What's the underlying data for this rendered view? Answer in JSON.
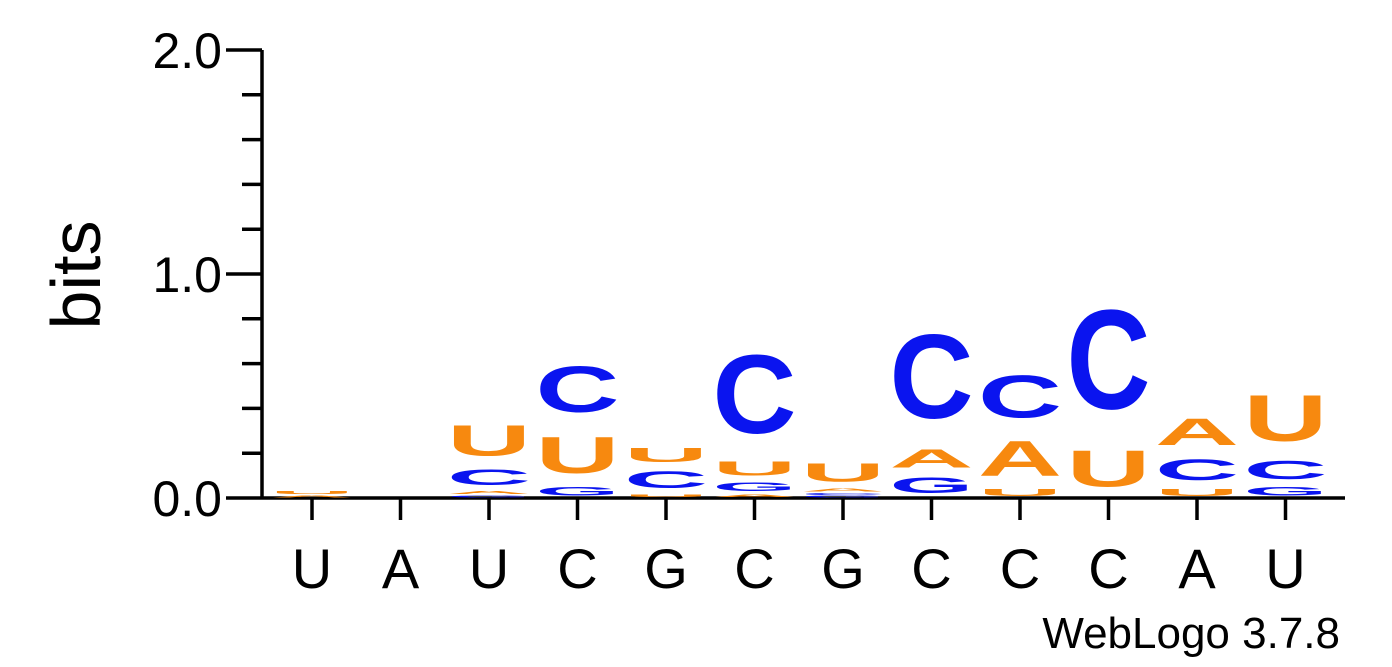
{
  "chart_data": {
    "type": "sequence-logo",
    "title": "",
    "ylabel": "bits",
    "ylim": [
      0,
      2.0
    ],
    "y_ticks": [
      "0.0",
      "1.0",
      "2.0"
    ],
    "credit": "WebLogo 3.7.8",
    "colors": {
      "A": "#f7890f",
      "U": "#f7890f",
      "C": "#0a14ef",
      "G": "#0a14ef"
    },
    "positions": [
      {
        "label": "U",
        "stack": [
          {
            "letter": "A",
            "bits": 0.012
          },
          {
            "letter": "U",
            "bits": 0.025
          }
        ]
      },
      {
        "label": "A",
        "stack": []
      },
      {
        "label": "U",
        "stack": [
          {
            "letter": "G",
            "bits": 0.012
          },
          {
            "letter": "A",
            "bits": 0.025
          },
          {
            "letter": "C",
            "bits": 0.11
          },
          {
            "letter": "U",
            "bits": 0.22
          }
        ]
      },
      {
        "label": "C",
        "stack": [
          {
            "letter": "G",
            "bits": 0.06
          },
          {
            "letter": "U",
            "bits": 0.26
          },
          {
            "letter": "C",
            "bits": 0.33
          }
        ]
      },
      {
        "label": "G",
        "stack": [
          {
            "letter": "U",
            "bits": 0.02
          },
          {
            "letter": "C",
            "bits": 0.12
          },
          {
            "letter": "U",
            "bits": 0.1
          }
        ]
      },
      {
        "label": "C",
        "stack": [
          {
            "letter": "A",
            "bits": 0.02
          },
          {
            "letter": "G",
            "bits": 0.06
          },
          {
            "letter": "U",
            "bits": 0.1
          },
          {
            "letter": "C",
            "bits": 0.56
          }
        ]
      },
      {
        "label": "G",
        "stack": [
          {
            "letter": "G",
            "bits": 0.012
          },
          {
            "letter": "C",
            "bits": 0.012
          },
          {
            "letter": "A",
            "bits": 0.025
          },
          {
            "letter": "U",
            "bits": 0.13
          }
        ]
      },
      {
        "label": "C",
        "stack": [
          {
            "letter": "G",
            "bits": 0.11
          },
          {
            "letter": "A",
            "bits": 0.13
          },
          {
            "letter": "C",
            "bits": 0.6
          }
        ]
      },
      {
        "label": "C",
        "stack": [
          {
            "letter": "U",
            "bits": 0.05
          },
          {
            "letter": "A",
            "bits": 0.25
          },
          {
            "letter": "C",
            "bits": 0.3
          }
        ]
      },
      {
        "label": "C",
        "stack": [
          {
            "letter": "U",
            "bits": 0.26
          },
          {
            "letter": "C",
            "bits": 0.71
          }
        ]
      },
      {
        "label": "A",
        "stack": [
          {
            "letter": "U",
            "bits": 0.05
          },
          {
            "letter": "C",
            "bits": 0.15
          },
          {
            "letter": "A",
            "bits": 0.19
          }
        ]
      },
      {
        "label": "U",
        "stack": [
          {
            "letter": "G",
            "bits": 0.06
          },
          {
            "letter": "C",
            "bits": 0.13
          },
          {
            "letter": "U",
            "bits": 0.33
          }
        ]
      }
    ]
  }
}
